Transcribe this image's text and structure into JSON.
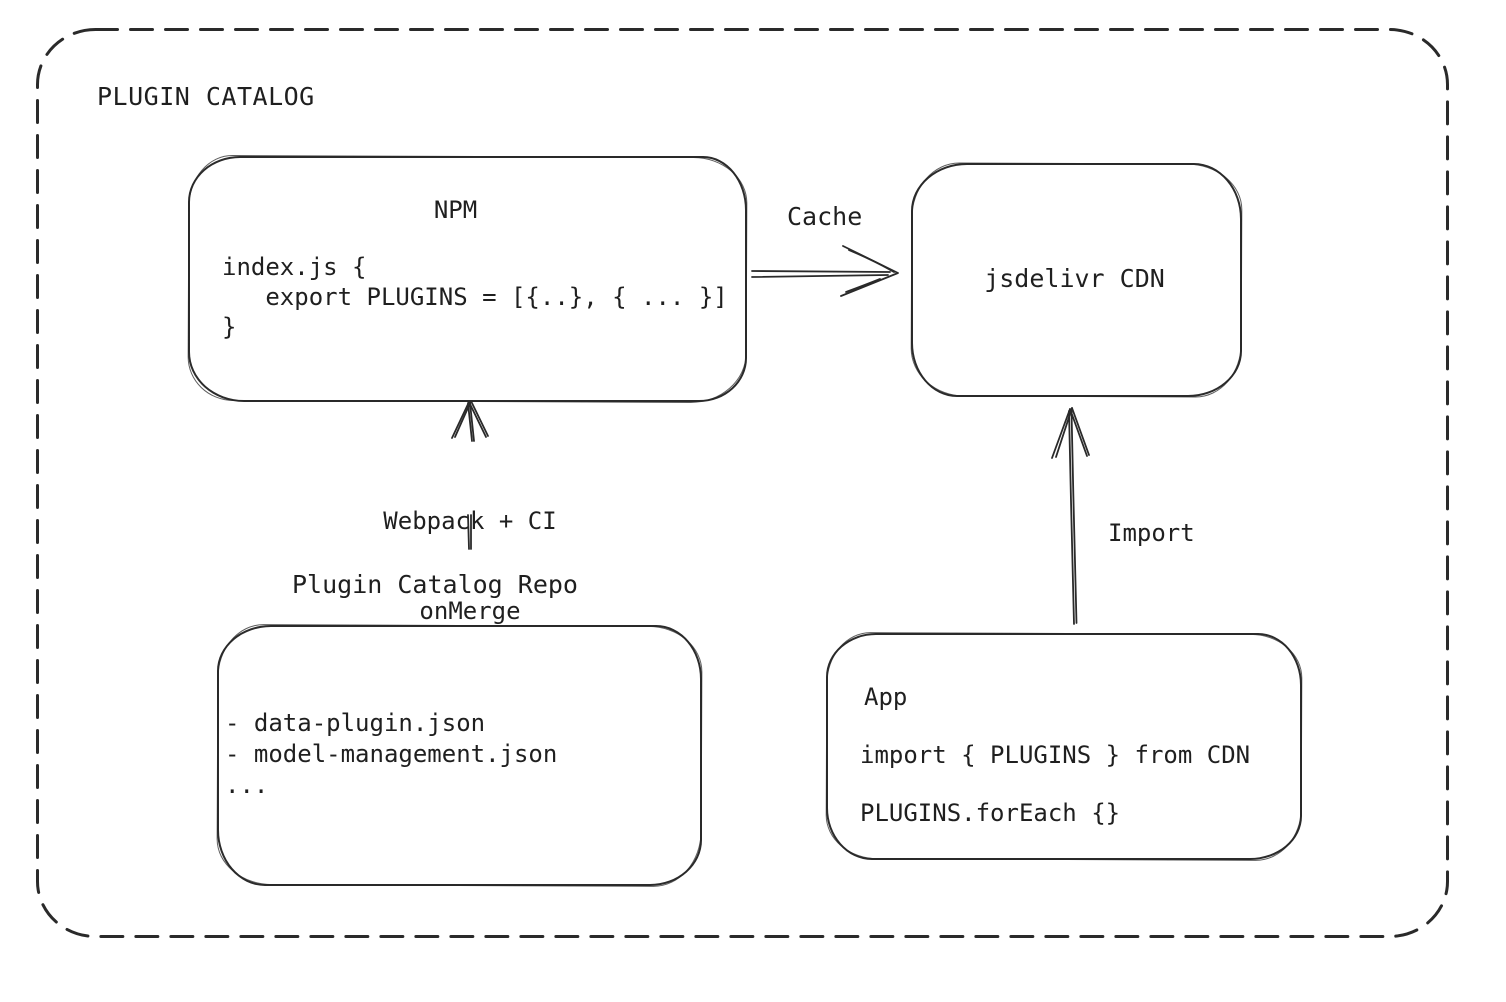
{
  "diagram": {
    "title": "PLUGIN CATALOG",
    "npm_box": {
      "title": "NPM",
      "code": "index.js {\n   export PLUGINS = [{..}, { ... }]\n}"
    },
    "cdn_box": {
      "label": "jsdelivr CDN"
    },
    "repo": {
      "heading": "Plugin Catalog Repo",
      "files": "- data-plugin.json\n- model-management.json\n..."
    },
    "app_box": {
      "title": "App",
      "import_line": "import { PLUGINS } from CDN",
      "foreach_line": "PLUGINS.forEach {}"
    },
    "arrows": {
      "cache_label": "Cache",
      "build_label_line1": "Webpack + CI",
      "build_label_line2": "onMerge",
      "import_label": "Import"
    },
    "colors": {
      "ink": "#1f1f1f",
      "stroke": "#2a2a2a",
      "background": "#ffffff"
    }
  }
}
